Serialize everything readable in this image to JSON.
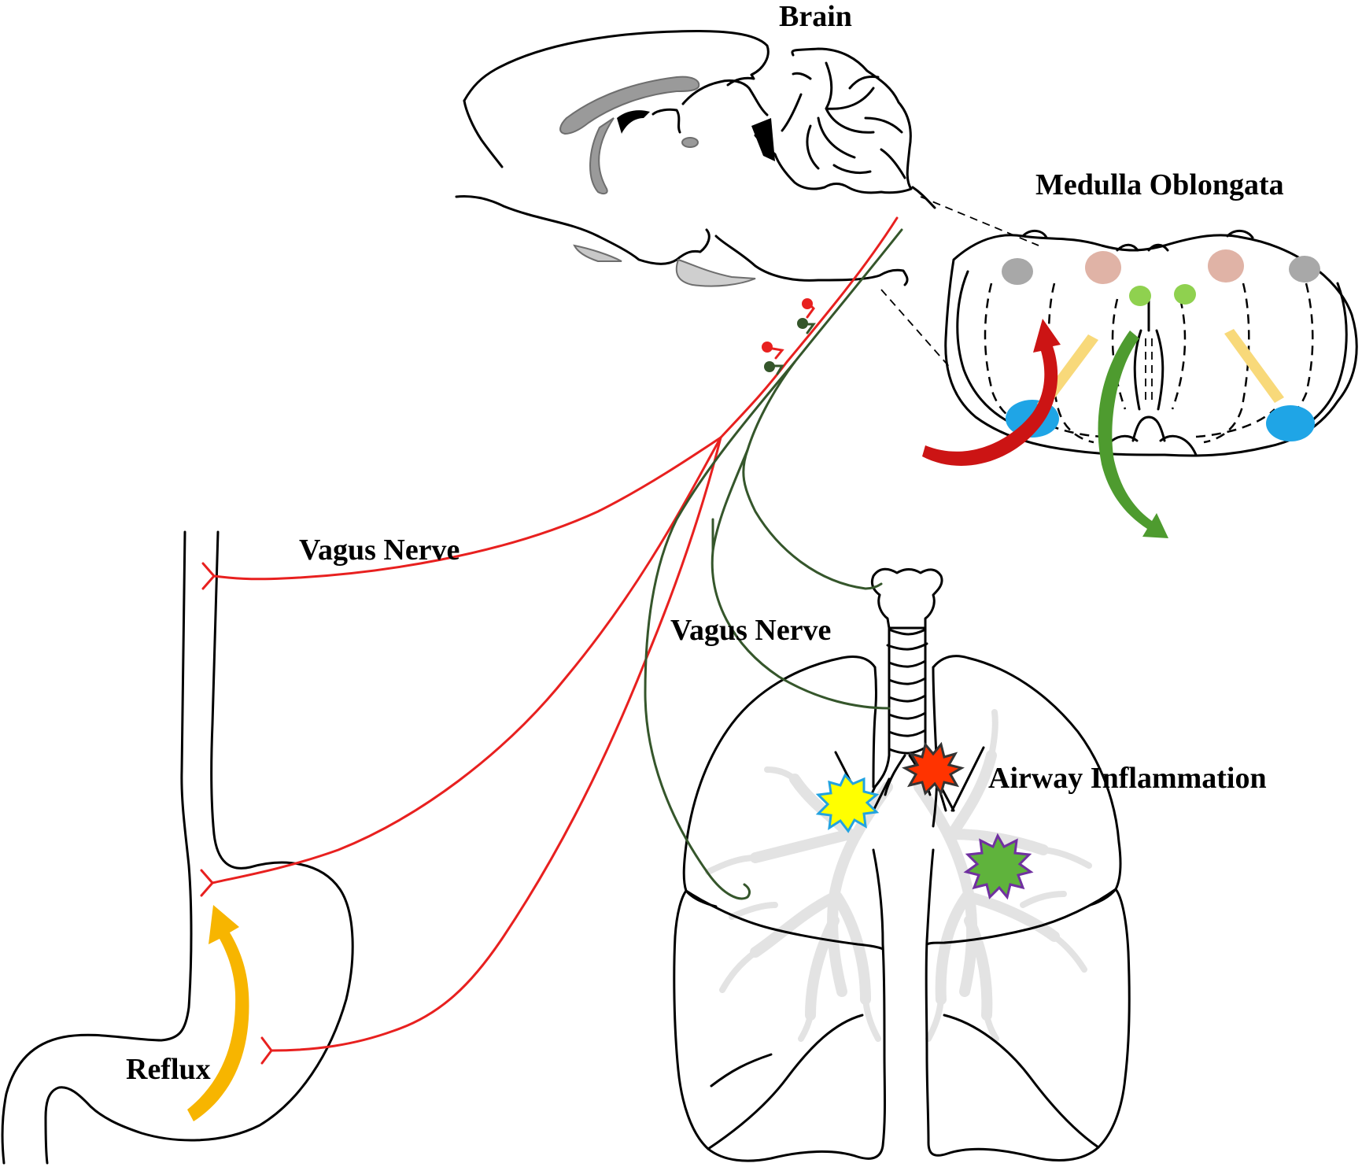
{
  "labels": {
    "brain": "Brain",
    "medulla": "Medulla Oblongata",
    "vagus_nerve_gi": "Vagus Nerve",
    "vagus_nerve_airway": "Vagus Nerve",
    "airway_inflammation": "Airway Inflammation",
    "reflux": "Reflux"
  },
  "colors": {
    "sensory_nerve": "#e8201f",
    "motor_nerve": "#35562b",
    "reflux_arrow": "#f7b500",
    "afferent_arrow": "#cc1414",
    "efferent_arrow": "#4e9b2f",
    "nucleus_blue": "#1fa5e6",
    "nucleus_pink": "#e0b3a6",
    "nucleus_grey": "#a8a8a8",
    "nucleus_green": "#8fd14f",
    "tract_yellow": "#f8d97a",
    "bronchi_grey": "#e3e3e3"
  },
  "icons": {
    "inflammation_markers": [
      "yellow-burst-icon",
      "red-burst-icon",
      "green-burst-icon"
    ]
  }
}
